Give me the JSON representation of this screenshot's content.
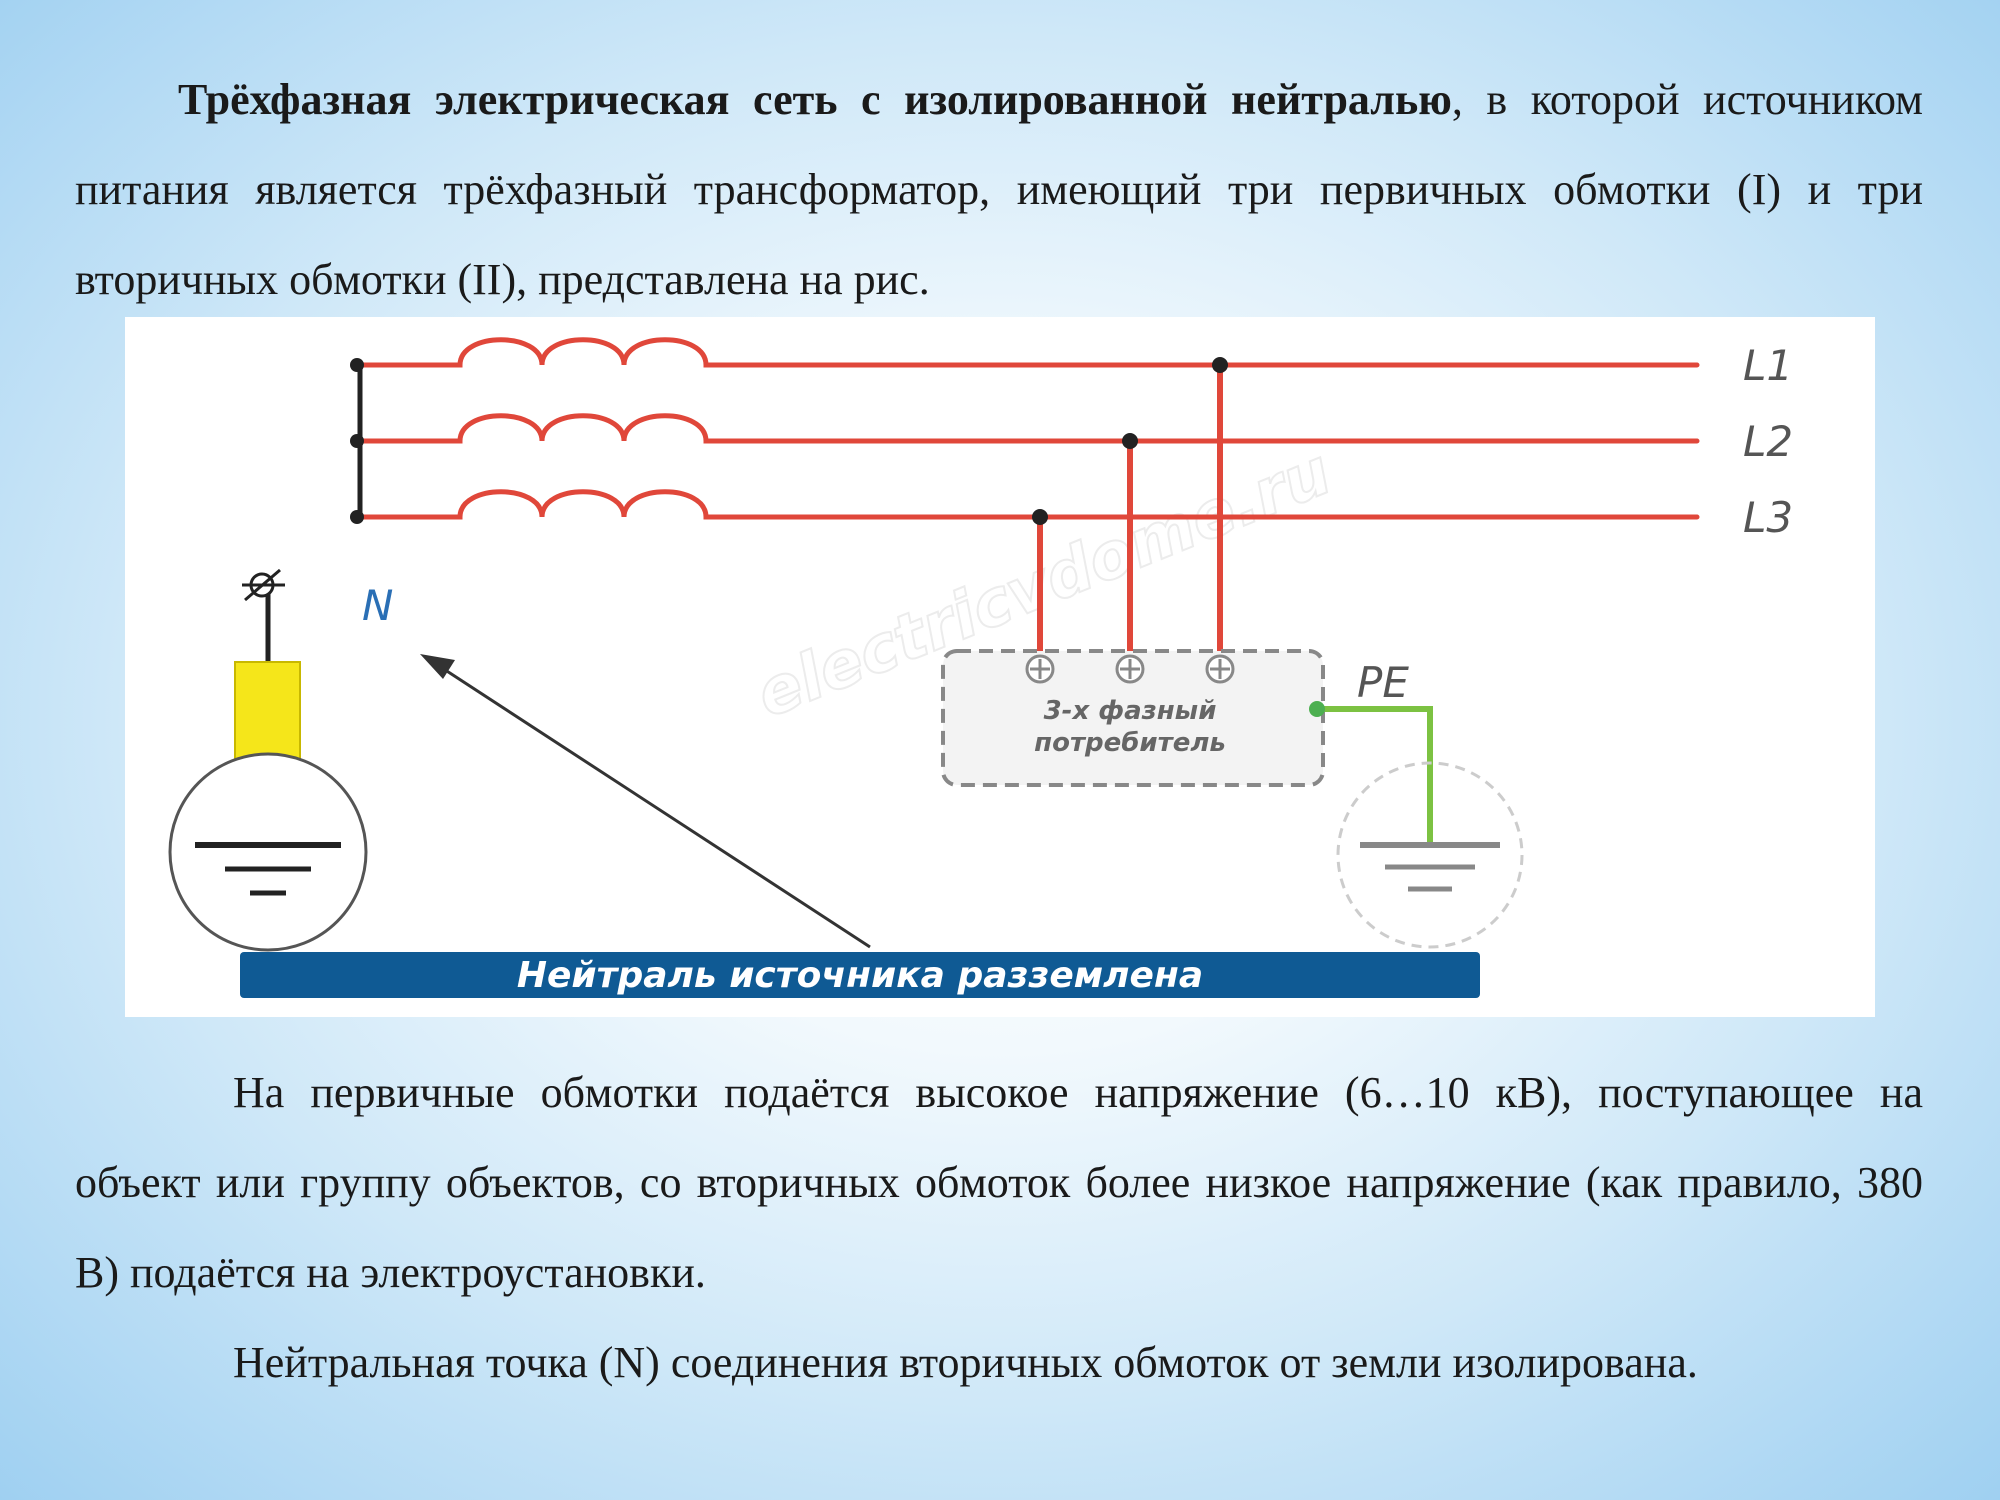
{
  "intro": {
    "bold_text": "Трёхфазная электрическая сеть с изолированной нейтралью",
    "rest_text": ", в которой источником питания является трёхфазный трансформатор, имеющий три первичных обмотки (I) и три вторичных обмотки (II), представлена на рис."
  },
  "diagram": {
    "phase_labels": [
      "L1",
      "L2",
      "L3"
    ],
    "neutral_label": "N",
    "pe_label": "PE",
    "consumer_label_line1": "3-х фазный",
    "consumer_label_line2": "потребитель",
    "banner_text": "Нейтраль источника разземлена",
    "watermark": "electricvdome.ru",
    "colors": {
      "phase_wire": "#e0473a",
      "ground_wire": "#7cc242",
      "banner_bg": "#0f5a94",
      "resistor": "#f5e61a",
      "arrow": "#333333",
      "frame": "#222222"
    }
  },
  "body": {
    "p2": "На первичные обмотки подаётся высокое напряжение (6…10 кВ), поступающее на объект или группу объектов, со вторичных обмоток более низкое напряжение (как правило, 380 В) подаётся на электроустановки.",
    "p3": "Нейтральная точка (N) соединения вторичных обмоток от земли изолирована."
  }
}
